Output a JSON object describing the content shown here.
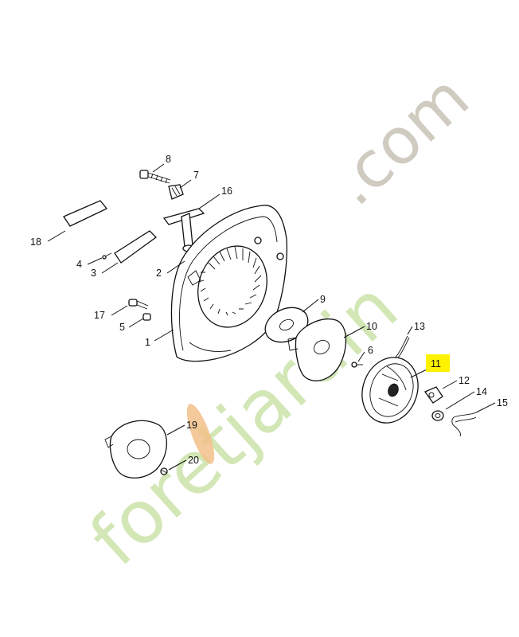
{
  "watermark": {
    "brand_left": "foretjardin",
    "brand_right": ".com"
  },
  "highlight_color": "#fff200",
  "callouts": [
    {
      "id": "1",
      "label": "1"
    },
    {
      "id": "2",
      "label": "2"
    },
    {
      "id": "3",
      "label": "3"
    },
    {
      "id": "4",
      "label": "4"
    },
    {
      "id": "5",
      "label": "5"
    },
    {
      "id": "6",
      "label": "6"
    },
    {
      "id": "7",
      "label": "7"
    },
    {
      "id": "8",
      "label": "8"
    },
    {
      "id": "9",
      "label": "9"
    },
    {
      "id": "10",
      "label": "10"
    },
    {
      "id": "11",
      "label": "11",
      "highlighted": true
    },
    {
      "id": "12",
      "label": "12"
    },
    {
      "id": "13",
      "label": "13"
    },
    {
      "id": "14",
      "label": "14"
    },
    {
      "id": "15",
      "label": "15"
    },
    {
      "id": "16",
      "label": "16"
    },
    {
      "id": "17",
      "label": "17"
    },
    {
      "id": "18",
      "label": "18"
    },
    {
      "id": "19",
      "label": "19"
    },
    {
      "id": "20",
      "label": "20"
    }
  ]
}
